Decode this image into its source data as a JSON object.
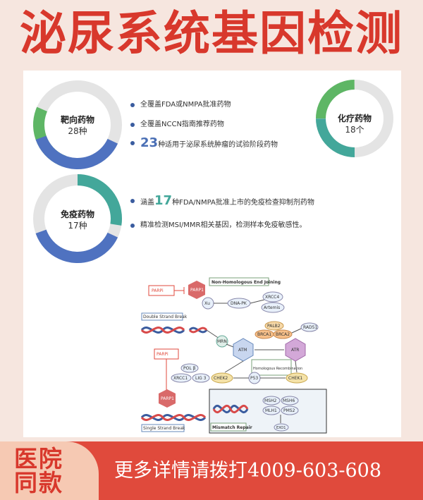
{
  "title": "泌尿系统基因检测",
  "targeted": {
    "label": "靶向药物",
    "count": "28种"
  },
  "chemo": {
    "label": "化疗药物",
    "count": "18个"
  },
  "immune": {
    "label": "免疫药物",
    "count": "17种"
  },
  "targeted_bullets": {
    "b1": "全覆盖FDA或NMPA批准药物",
    "b2": "全覆盖NCCN指南推荐药物",
    "b3_num": "23",
    "b3_text": "种适用于泌尿系统肿瘤的试验阶段药物"
  },
  "immune_bullets": {
    "b1_pre": "涵盖",
    "b1_num": "17",
    "b1_text": "种FDA/NMPA批准上市的免疫检查抑制剂药物",
    "b2": "精准检测MSI/MMR相关基因，检测样本免疫敏感性。"
  },
  "diagram": {
    "parpi_top": "PARPi",
    "parp1_top": "PARP1",
    "nhej": "Non-Homologous End Joining",
    "xu": "Xu",
    "dnapk": "DNA-PK",
    "xrcc4": "XRCC4",
    "artemis": "Artemis",
    "dsb": "Double Strand Break",
    "palb2": "PALB2",
    "brca1": "BRCA1",
    "brca2": "BRCA2",
    "rad51": "RAD51",
    "mrn": "MRN",
    "atm": "ATM",
    "atr": "ATR",
    "hr": "Homologous Recombination",
    "chek2": "CHEK2",
    "p53": "P53",
    "chek1": "CHEK1",
    "parpi_bottom": "PARPi",
    "polb": "POL β",
    "xrcc1": "XRCC1",
    "lig3": "LIG 3",
    "parp1_bottom": "PARP1",
    "ssb": "Single Strand Break",
    "msh2": "MSH2",
    "msh6": "MSH6",
    "mlh1": "MLH1",
    "pms2": "PMS2",
    "exo1": "EXO1",
    "mmr": "Mismatch Repair"
  },
  "stamp": {
    "line1": "医院",
    "line2": "同款"
  },
  "contact": "更多详情请拨打4009-603-608",
  "colors": {
    "green": "#5eb665",
    "blue": "#4f72c0",
    "teal": "#43a79a",
    "grey": "#e4e4e4",
    "red": "#e04a3c"
  }
}
